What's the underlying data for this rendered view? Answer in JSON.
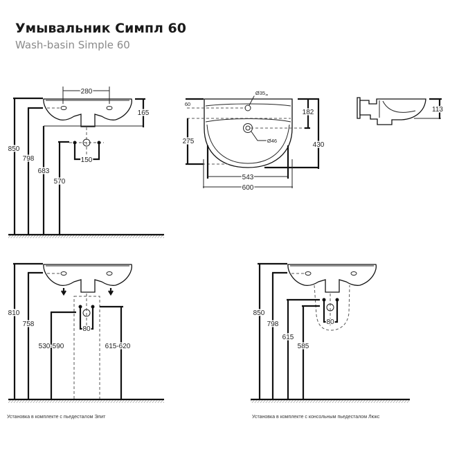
{
  "header": {
    "title": "Умывальник Симпл 60",
    "subtitle": "Wash-basin Simple 60"
  },
  "front_view": {
    "d850": "850",
    "d798": "798",
    "d683": "683",
    "d570": "570",
    "d280": "280",
    "d165": "165",
    "d150": "150"
  },
  "top_view": {
    "d35": "Ø35",
    "d46": "Ø46",
    "d60": "60",
    "d275": "275",
    "d182": "182",
    "d430": "430",
    "d543": "543",
    "d600": "600"
  },
  "side_view": {
    "d113": "113"
  },
  "pedestal_view": {
    "d810": "810",
    "d758": "758",
    "d530": "530-590",
    "d615": "615-620",
    "d80": "80",
    "caption": "Установка в комплекте с пьедесталом Элит"
  },
  "console_view": {
    "d850": "850",
    "d798": "798",
    "d615": "615",
    "d585": "585",
    "d80": "80",
    "caption": "Установка в комплекте с консольным пьедесталом Люкс"
  }
}
